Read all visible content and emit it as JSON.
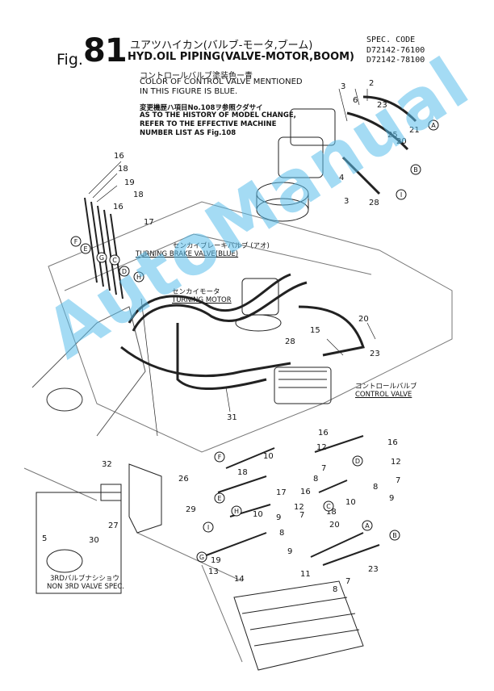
{
  "header": {
    "fig_word": "Fig.",
    "fig_number": "81",
    "title_jp": "ユアツハイカン(バルブ-モータ,ブーム)",
    "title_en": "HYD.OIL PIPING(VALVE-MOTOR,BOOM)",
    "spec_label": "SPEC. CODE",
    "spec_codes": [
      "D72142-76100",
      "D72142-78100"
    ]
  },
  "notes": {
    "color_jp": "コントロールバルブ塗装色ー青",
    "color_en_1": "COLOR OF CONTROL VALVE MENTIONED",
    "color_en_2": "IN THIS FIGURE IS BLUE.",
    "history_jp": "変更機歴ハ項目No.108ヲ参照クダサイ",
    "history_en_1": "AS TO THE HISTORY OF MODEL CHANGE,",
    "history_en_2": "REFER TO THE EFFECTIVE MACHINE",
    "history_en_3": "NUMBER LIST AS Fig.108"
  },
  "labels": {
    "brake_jp": "センカイブレーキバルブ (アオ)",
    "brake_en": "TURNING BRAKE VALVE(BLUE)",
    "motor_jp": "センカイモータ",
    "motor_en": "TURNING MOTOR",
    "control_jp": "コントロールバルブ",
    "control_en": "CONTROL VALVE",
    "non3rd_jp": "3RDバルブナシショウ",
    "non3rd_en": "NON 3RD VALVE SPEC."
  },
  "watermark": "AutoManual",
  "part_numbers": [
    "2",
    "3",
    "4",
    "5",
    "6",
    "7",
    "8",
    "9",
    "10",
    "11",
    "12",
    "13",
    "14",
    "15",
    "16",
    "17",
    "18",
    "19",
    "20",
    "21",
    "23",
    "25",
    "26",
    "27",
    "28",
    "29",
    "30",
    "31",
    "32"
  ],
  "circled_letters": [
    "A",
    "B",
    "C",
    "D",
    "E",
    "F",
    "G",
    "H",
    "I"
  ]
}
